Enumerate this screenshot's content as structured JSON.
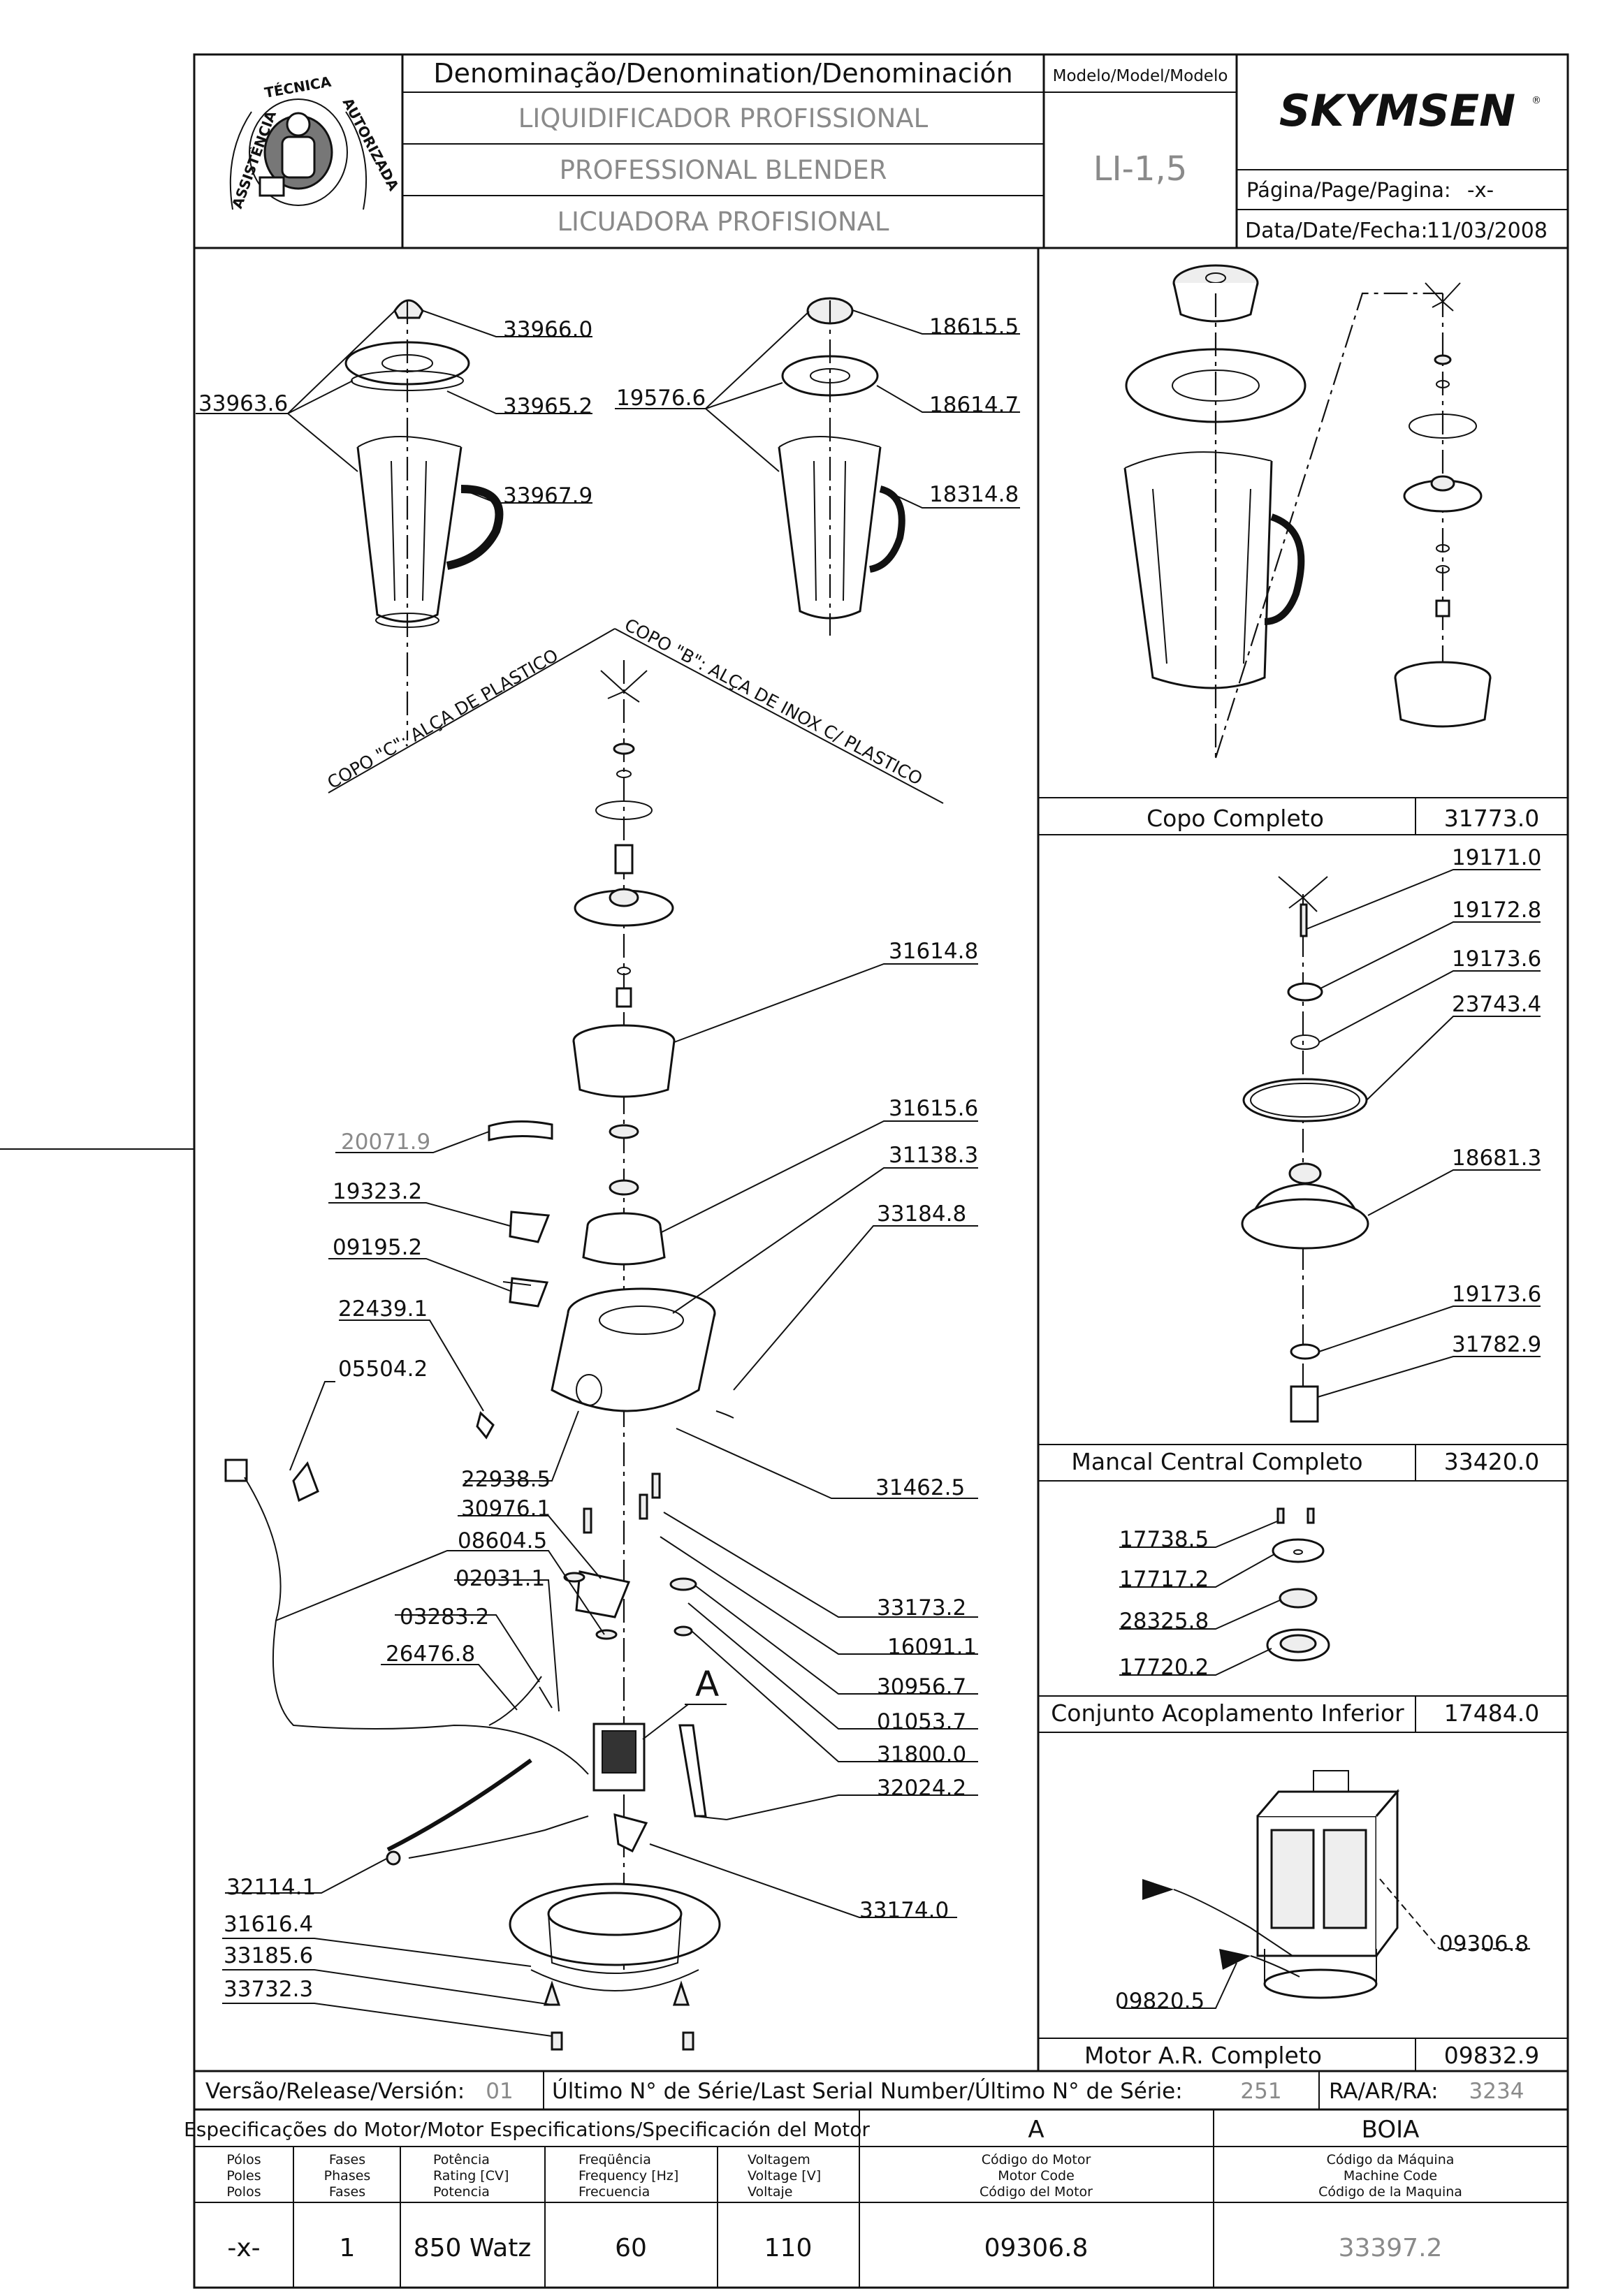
{
  "header": {
    "denomination_label": "Denominação/Denomination/Denominación",
    "name_pt": "LIQUIDIFICADOR PROFISSIONAL",
    "name_en": "PROFESSIONAL BLENDER",
    "name_es": "LICUADORA PROFISIONAL",
    "model_label": "Modelo/Model/Modelo",
    "model_value": "LI-1,5",
    "brand": "SKYMSEN",
    "page_label": "Página/Page/Pagina:",
    "page_value": "-x-",
    "date_label": "Data/Date/Fecha:",
    "date_value": "11/03/2008",
    "seal_text": "ASSISTÊNCIA TÉCNICA AUTORIZADA"
  },
  "main": {
    "cup_c_label": "COPO \"C\": ALÇA DE PLASTICO",
    "cup_b_label": "COPO \"B\": ALÇA DE INOX C/ PLASTICO",
    "detail_a_label": "A",
    "parts": [
      "33966.0",
      "33963.6",
      "33965.2",
      "33967.9",
      "18615.5",
      "19576.6",
      "18614.7",
      "18314.8",
      "31614.8",
      "20071.9",
      "31615.6",
      "31138.3",
      "19323.2",
      "33184.8",
      "09195.2",
      "22439.1",
      "05504.2",
      "22938.5",
      "31462.5",
      "30976.1",
      "08604.5",
      "02031.1",
      "33173.2",
      "03283.2",
      "16091.1",
      "26476.8",
      "30956.7",
      "01053.7",
      "31800.0",
      "32024.2",
      "33174.0",
      "32114.1",
      "31616.4",
      "33185.6",
      "33732.3"
    ]
  },
  "panels": {
    "cup": {
      "title": "Copo Completo",
      "code": "31773.0"
    },
    "bearing": {
      "title": "Mancal Central Completo",
      "code": "33420.0",
      "parts": [
        "19171.0",
        "19172.8",
        "19173.6",
        "23743.4",
        "18681.3",
        "19173.6",
        "31782.9"
      ]
    },
    "coupling": {
      "title": "Conjunto Acoplamento Inferior",
      "code": "17484.0",
      "parts": [
        "17738.5",
        "17717.2",
        "28325.8",
        "17720.2"
      ]
    },
    "motor": {
      "title": "Motor A.R. Completo",
      "code": "09832.9",
      "parts": [
        "09306.8",
        "09820.5"
      ]
    }
  },
  "footer": {
    "version_label": "Versão/Release/Versión:",
    "version_value": "01",
    "serial_label": "Último N° de Série/Last Serial Number/Último N° de Série:",
    "serial_value": "251",
    "ra_label": "RA/AR/RA:",
    "ra_value": "3234",
    "spec_title": "Especificações do Motor/Motor Especifications/Specificación del Motor",
    "motor_variant": "A",
    "machine_variant": "BOIA",
    "columns": [
      {
        "l1": "Pólos",
        "l2": "Poles",
        "l3": "Polos",
        "value": "-x-"
      },
      {
        "l1": "Fases",
        "l2": "Phases",
        "l3": "Fases",
        "value": "1"
      },
      {
        "l1": "Potência",
        "l2": "Rating [CV]",
        "l3": "Potencia",
        "value": "850 Watz"
      },
      {
        "l1": "Freqüência",
        "l2": "Frequency [Hz]",
        "l3": "Frecuencia",
        "value": "60"
      },
      {
        "l1": "Voltagem",
        "l2": "Voltage [V]",
        "l3": "Voltaje",
        "value": "110"
      },
      {
        "l1": "Código do Motor",
        "l2": "Motor Code",
        "l3": "Código del Motor",
        "value": "09306.8"
      },
      {
        "l1": "Código da Máquina",
        "l2": "Machine Code",
        "l3": "Código de la Maquina",
        "value": "33397.2"
      }
    ]
  }
}
